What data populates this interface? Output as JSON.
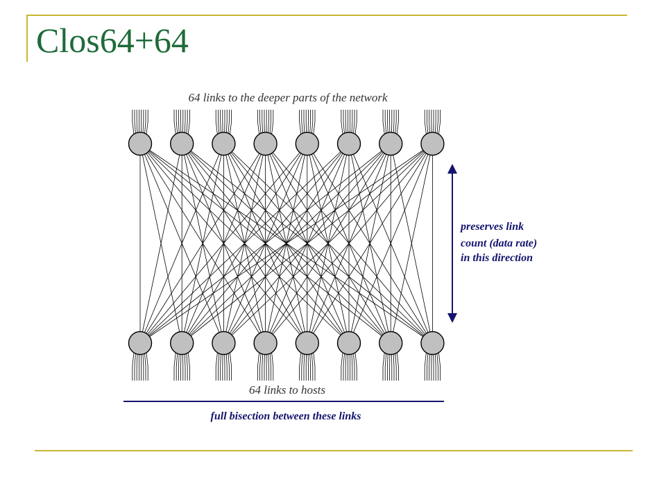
{
  "slide": {
    "title": "Clos64+64"
  },
  "diagram": {
    "top_caption": "64 links to the deeper parts of the network",
    "bottom_caption": "64 links to hosts",
    "bisection_caption": "full bisection between these links",
    "direction_note": [
      "preserves link",
      "count (data rate)",
      "in this direction"
    ],
    "top_switch_count": 8,
    "bottom_switch_count": 8,
    "links_per_switch": 8,
    "colors": {
      "accent_rule": "#c8b632",
      "title": "#1e6b3a",
      "annotation": "#14146e",
      "switch_fill": "#c0c0c0",
      "switch_stroke": "#000000",
      "link": "#000000"
    }
  }
}
